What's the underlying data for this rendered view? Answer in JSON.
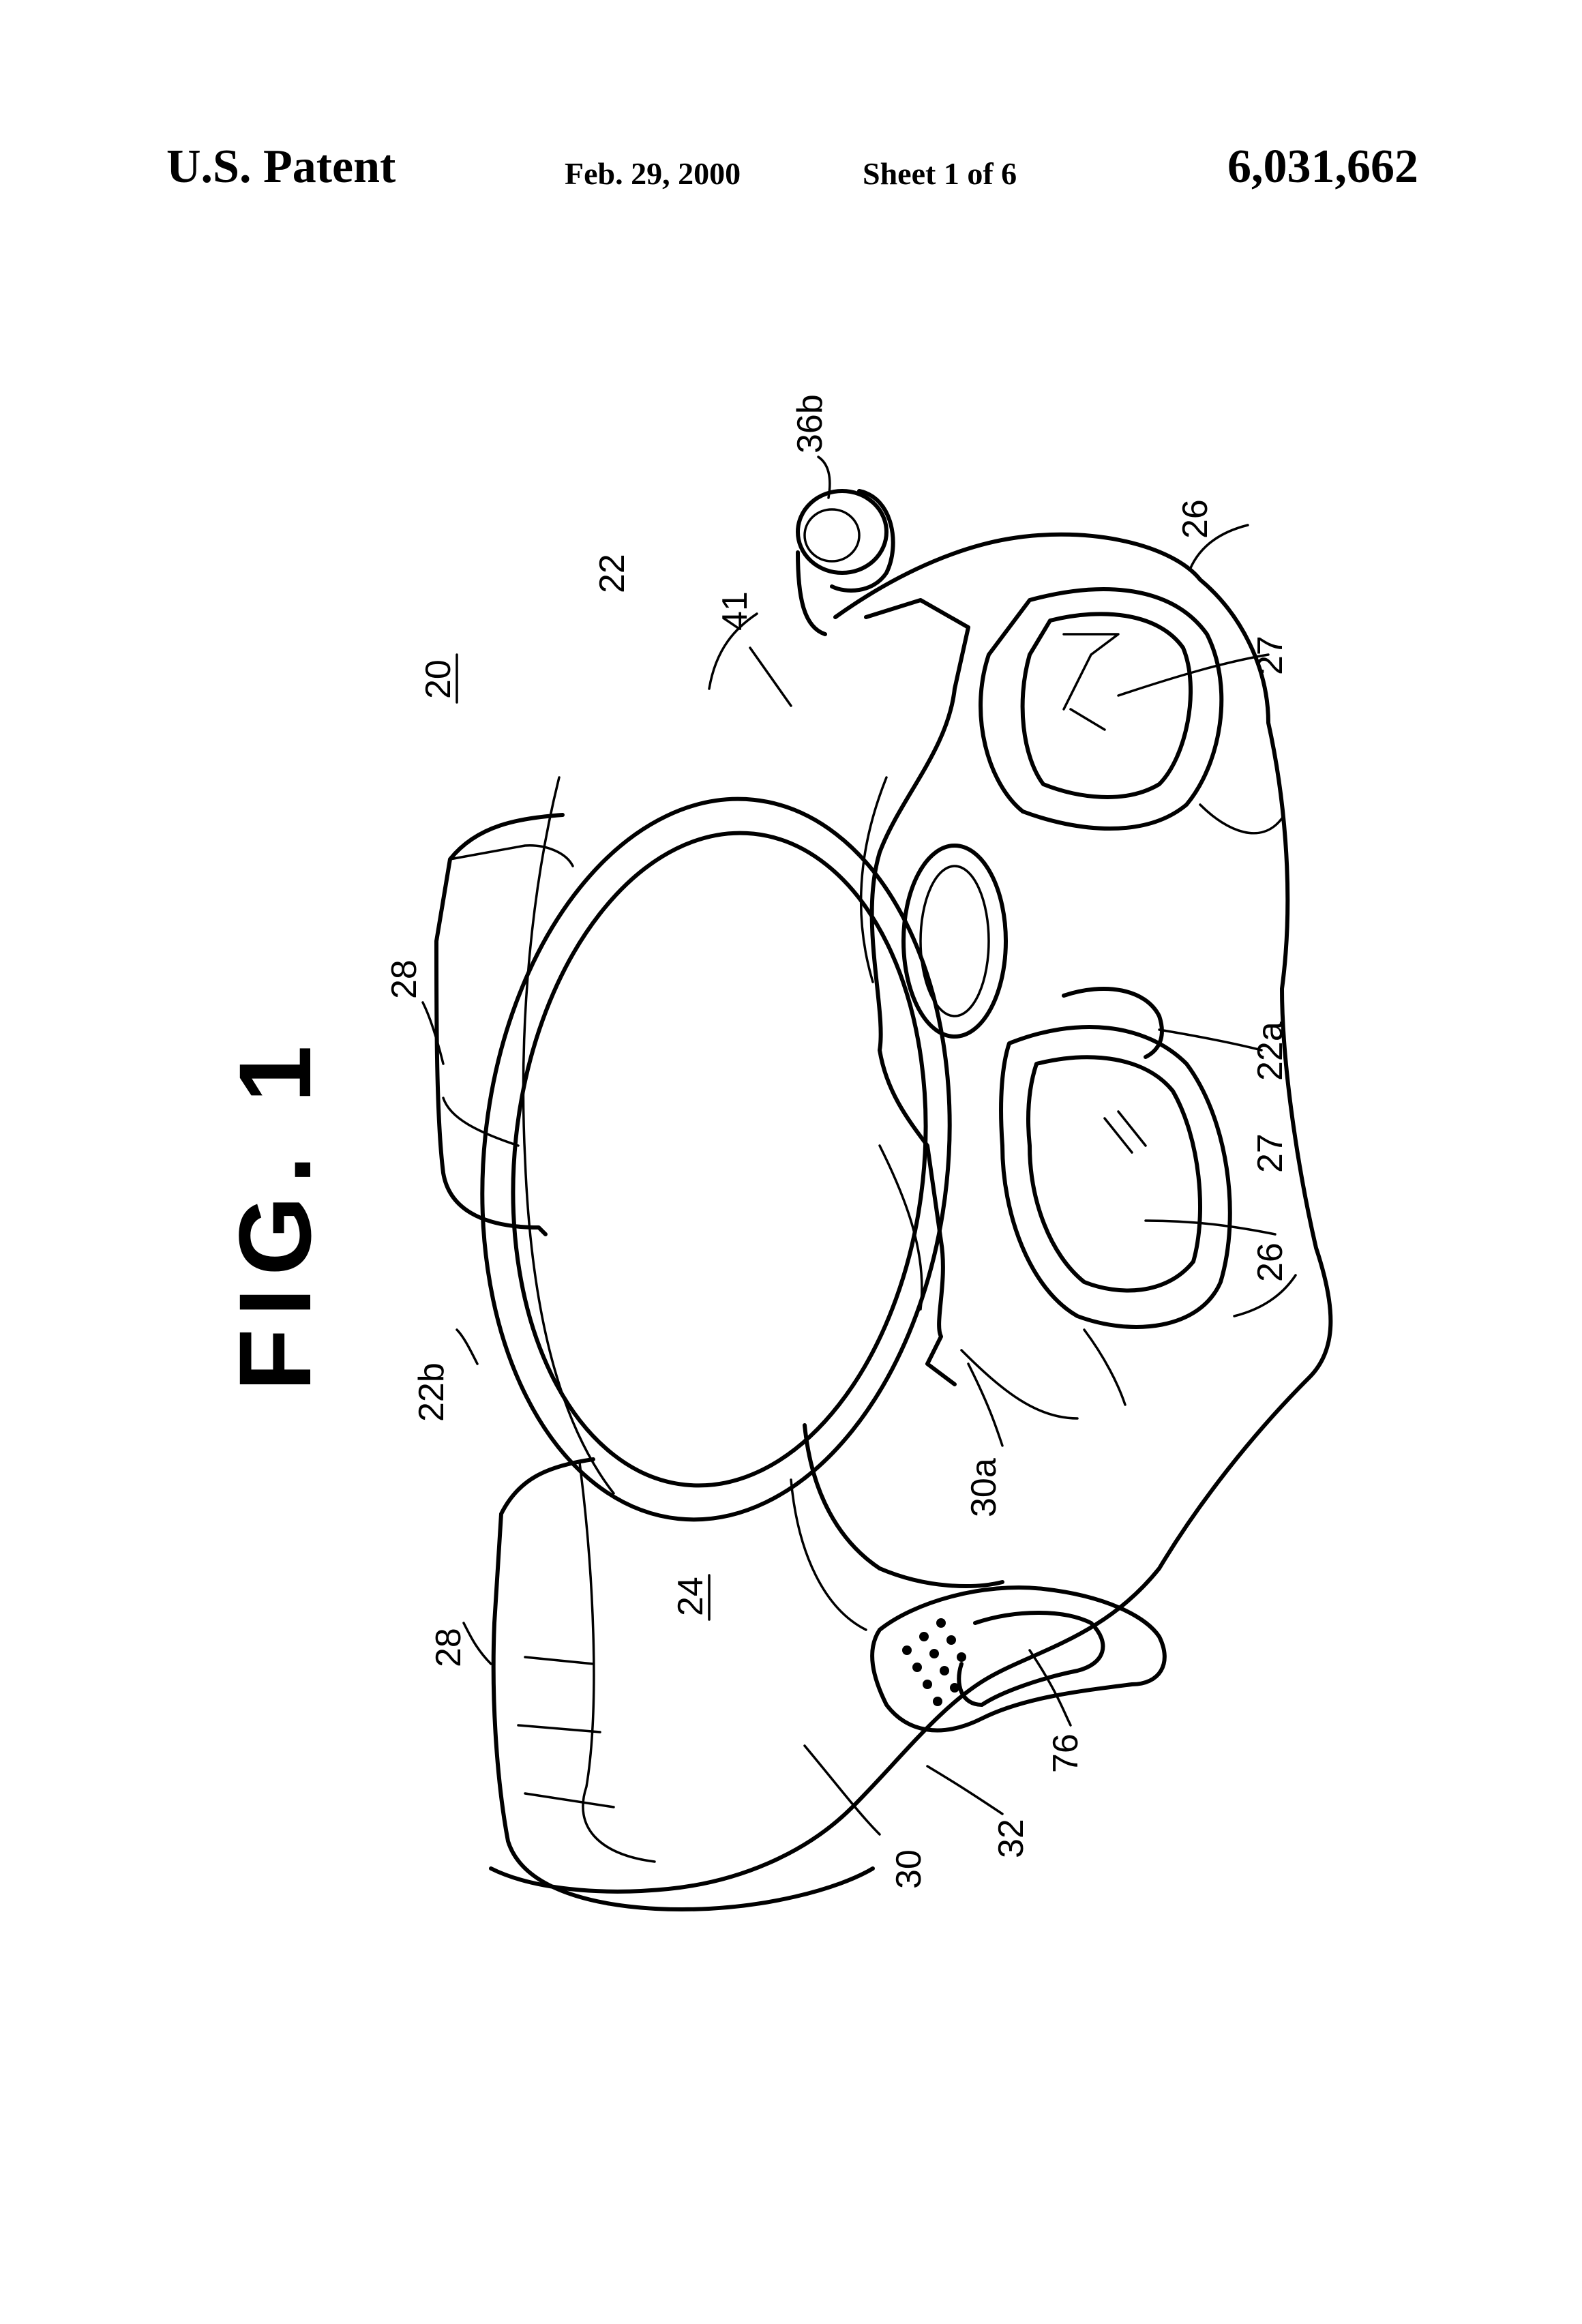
{
  "header": {
    "left": "U.S. Patent",
    "date": "Feb. 29, 2000",
    "sheet": "Sheet 1 of 6",
    "number": "6,031,662"
  },
  "figure": {
    "title": "FIG. 1",
    "labels": {
      "ref_20": "20",
      "ref_22": "22",
      "ref_41": "41",
      "ref_36b": "36b",
      "ref_26_top": "26",
      "ref_27_top": "27",
      "ref_28_top": "28",
      "ref_22a": "22a",
      "ref_27_bottom": "27",
      "ref_26_bottom": "26",
      "ref_22b": "22b",
      "ref_30a": "30a",
      "ref_24": "24",
      "ref_28_bottom": "28",
      "ref_76": "76",
      "ref_32": "32",
      "ref_30": "30"
    }
  }
}
